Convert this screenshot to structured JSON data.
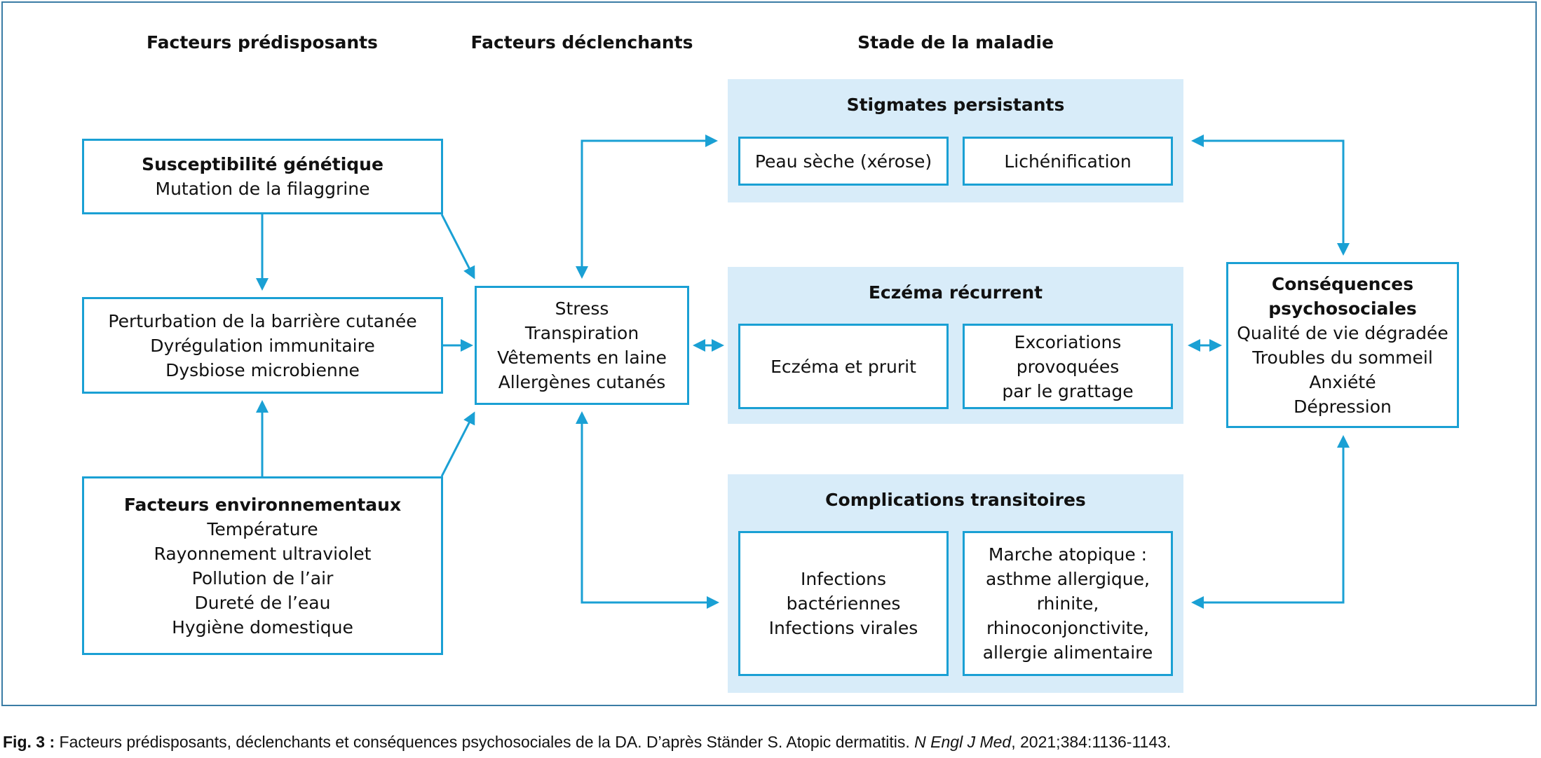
{
  "headers": {
    "predisposing": "Facteurs prédisposants",
    "triggering": "Facteurs déclenchants",
    "stage": "Stade de la maladie"
  },
  "genetic": {
    "title": "Susceptibilité génétique",
    "lines": [
      "Mutation de la filaggrine"
    ]
  },
  "barrier": {
    "lines": [
      "Perturbation de la barrière cutanée",
      "Dyrégulation immunitaire",
      "Dysbiose microbienne"
    ]
  },
  "environment": {
    "title": "Facteurs environnementaux",
    "lines": [
      "Température",
      "Rayonnement ultraviolet",
      "Pollution de l’air",
      "Dureté de l’eau",
      "Hygiène domestique"
    ]
  },
  "triggers": {
    "lines": [
      "Stress",
      "Transpiration",
      "Vêtements en laine",
      "Allergènes cutanés"
    ]
  },
  "stigmates": {
    "title": "Stigmates persistants",
    "boxes": [
      {
        "lines": [
          "Peau sèche (xérose)"
        ]
      },
      {
        "lines": [
          "Lichénification"
        ]
      }
    ]
  },
  "eczema": {
    "title": "Eczéma récurrent",
    "boxes": [
      {
        "lines": [
          "Eczéma et prurit"
        ]
      },
      {
        "lines": [
          "Excoriations",
          "provoquées",
          "par le grattage"
        ]
      }
    ]
  },
  "complications": {
    "title": "Complications transitoires",
    "boxes": [
      {
        "lines": [
          "Infections",
          "bactériennes",
          "Infections virales"
        ]
      },
      {
        "lines": [
          "Marche atopique :",
          "asthme allergique,",
          "rhinite,",
          "rhinoconjonctivite,",
          "allergie alimentaire"
        ]
      }
    ]
  },
  "psychosocial": {
    "title_lines": [
      "Conséquences",
      "psychosociales"
    ],
    "lines": [
      "Qualité de vie dégradée",
      "Troubles du sommeil",
      "Anxiété",
      "Dépression"
    ]
  },
  "caption": {
    "label": "Fig. 3 :",
    "text": " Facteurs prédisposants, déclenchants et conséquences psychosociales de la DA. D’après Ständer S. Atopic dermatitis. ",
    "journal": "N Engl J Med",
    "ref": ", 2021;384:1136-1143."
  },
  "colors": {
    "arrow": "#1aa0d4",
    "panel": "#d8ecf9",
    "frame": "#3a7ca5"
  }
}
